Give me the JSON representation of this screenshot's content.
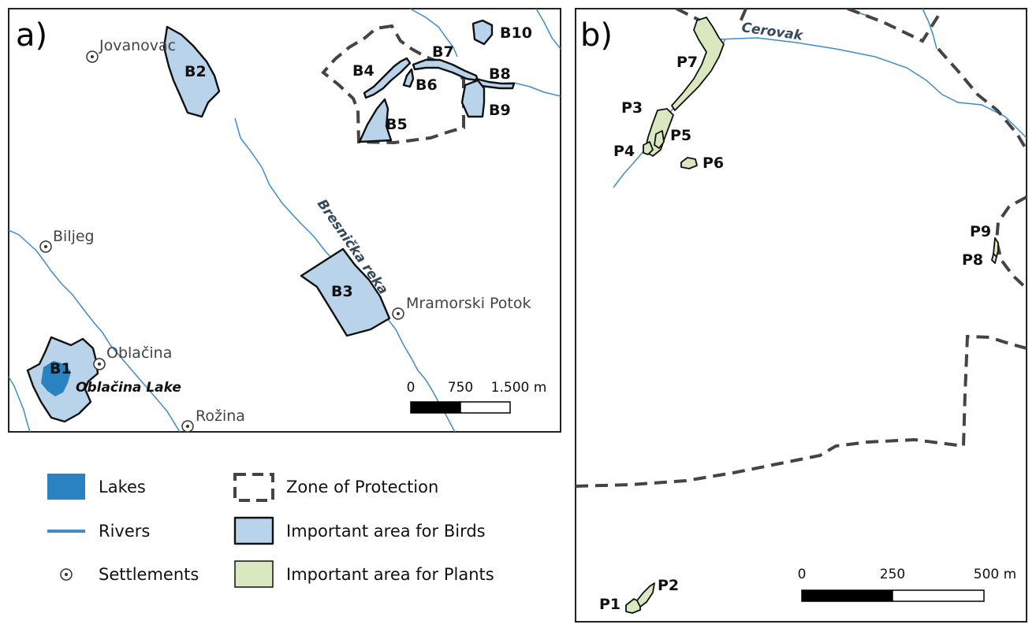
{
  "panels": {
    "a": {
      "label": "a)",
      "bird_areas": [
        "B1",
        "B2",
        "B3",
        "B4",
        "B5",
        "B6",
        "B7",
        "B8",
        "B9",
        "B10"
      ],
      "settlements": [
        "Jovanovac",
        "Biljeg",
        "Oblačina",
        "Rožina",
        "Mramorski Potok"
      ],
      "river_name": "Bresnička reka",
      "lake_name": "Oblačina Lake",
      "scale": {
        "ticks": [
          "0",
          "750",
          "1.500 m"
        ]
      }
    },
    "b": {
      "label": "b)",
      "plant_areas": [
        "P1",
        "P2",
        "P3",
        "P4",
        "P5",
        "P6",
        "P7",
        "P8",
        "P9"
      ],
      "river_name": "Cerovak",
      "scale": {
        "ticks": [
          "0",
          "250",
          "500 m"
        ]
      }
    }
  },
  "legend": {
    "lakes": "Lakes",
    "rivers": "Rivers",
    "settlements": "Settlements",
    "zone": "Zone of Protection",
    "birds": "Important area for Birds",
    "plants": "Important area for Plants"
  },
  "colors": {
    "lake": "#2b82c0",
    "river": "#3f8ccc",
    "bird_area": "#b8d3ea",
    "plant_area": "#d9e8bf",
    "zone": "#444444"
  },
  "icons": {
    "settlement": "settlement-dot-icon"
  }
}
